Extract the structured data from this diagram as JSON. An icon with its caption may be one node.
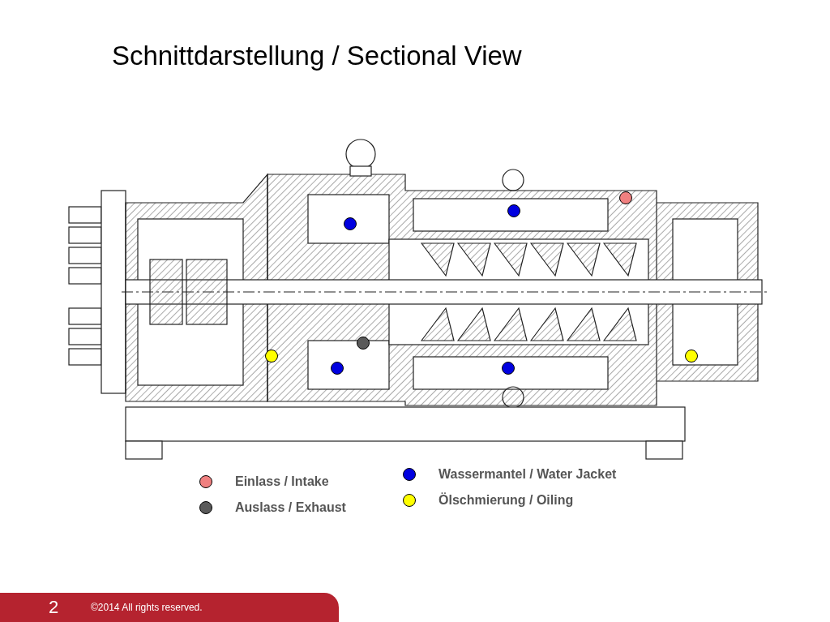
{
  "diagram": {
    "title": "Schnittdarstellung / Sectional View",
    "labels": [
      "2",
      "©2014 All rights reserved."
    ],
    "legend": [
      {
        "text": "Einlass / Intake",
        "color": "#f08080"
      },
      {
        "text": "Auslass / Exhaust",
        "color": "#5a5a5a"
      },
      {
        "text": "Wassermantel / Water Jacket",
        "color": "#0000e0"
      },
      {
        "text": "Ölschmierung / Oiling",
        "color": "#ffff00"
      }
    ]
  }
}
